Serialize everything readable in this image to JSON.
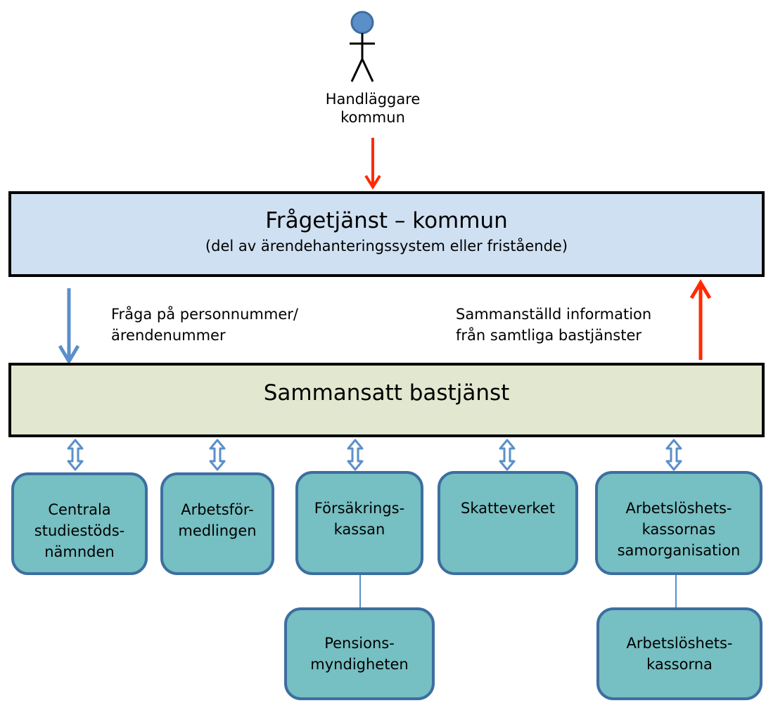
{
  "actor": {
    "label_line1": "Handläggare",
    "label_line2": "kommun"
  },
  "query_service": {
    "title": "Frågetjänst – kommun",
    "subtitle": "(del av ärendehanteringssystem eller fristående)"
  },
  "base_service": {
    "title": "Sammansatt bastjänst"
  },
  "flows": {
    "request_line1": "Fråga på personnummer/",
    "request_line2": "ärendenummer",
    "response_line1": "Sammanställd information",
    "response_line2": "från samtliga bastjänster"
  },
  "services": [
    {
      "lines": [
        "Centrala",
        "studiestöds-",
        "nämnden"
      ]
    },
    {
      "lines": [
        "Arbetsför-",
        "medlingen"
      ]
    },
    {
      "lines": [
        "Försäkrings-",
        "kassan"
      ]
    },
    {
      "lines": [
        "Skatteverket"
      ]
    },
    {
      "lines": [
        "Arbetslöshets-",
        "kassornas",
        "samorganisation"
      ]
    }
  ],
  "sub_services": [
    {
      "lines": [
        "Pensions-",
        "myndigheten"
      ]
    },
    {
      "lines": [
        "Arbetslöshets-",
        "kassorna"
      ]
    }
  ],
  "colors": {
    "query_fill": "#cfe0f2",
    "base_fill": "#e2e7cf",
    "service_fill": "#76bfc2",
    "service_border": "#3d6ea1",
    "request_arrow": "#5b8fc9",
    "response_arrow": "#ff2a00",
    "actor_head": "#5b8fc9"
  }
}
